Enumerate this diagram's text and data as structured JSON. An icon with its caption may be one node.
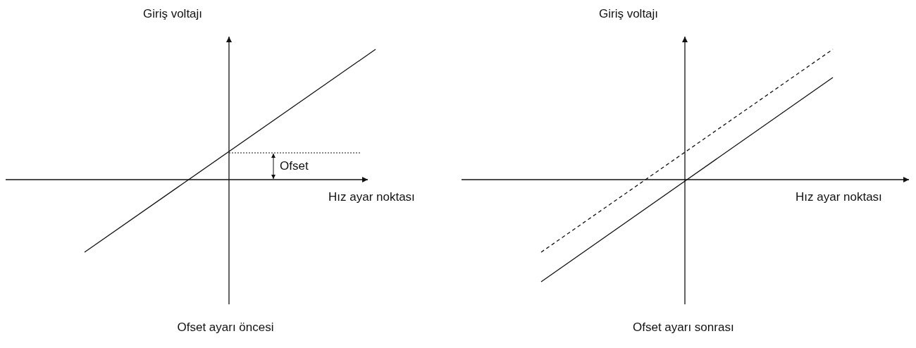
{
  "diagram": {
    "labels": [
      "Giriş voltajı",
      "Giriş voltajı",
      "Ofset",
      "Hız ayar noktası",
      "Hız ayar noktası",
      "Ofset ayarı öncesi",
      "Ofset ayarı sonrası"
    ]
  }
}
